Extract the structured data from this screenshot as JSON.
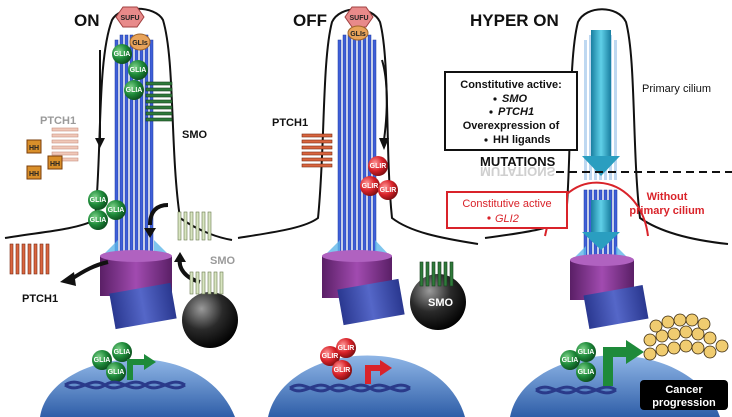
{
  "panels": {
    "on": {
      "title": "ON",
      "ptch1_top": "PTCH1",
      "ptch1_bottom": "PTCH1",
      "smo_top": "SMO",
      "smo_bottom": "SMO",
      "sufu": "SUFU",
      "glis": "GLIs",
      "glia": "GLIA",
      "hh": "HH"
    },
    "off": {
      "title": "OFF",
      "ptch1": "PTCH1",
      "smo": "SMO",
      "sufu": "SUFU",
      "glis": "GLIs",
      "glir": "GLIR"
    },
    "hyper": {
      "title": "HYPER ON",
      "box1_title": "Constitutive active:",
      "box1_items": [
        "SMO",
        "PTCH1"
      ],
      "box1_text": "Overexpression of",
      "box1_item3": "HH ligands",
      "mutations": "MUTATIONS",
      "box2_title": "Constitutive active",
      "box2_item": "GLI2",
      "primary_cilium": "Primary cilium",
      "without_1": "Without",
      "without_2": "primary cilium",
      "glia": "GLIA",
      "cancer_1": "Cancer",
      "cancer_2": "progression"
    }
  },
  "colors": {
    "glia_green": "#1e8a3a",
    "glir_red": "#d9232a",
    "microtubule_blue": "#3f5fd8",
    "basal_purple": "#7b2f86",
    "centriole_blue": "#3949a8",
    "ptch1_red": "#d9653f",
    "smo_green": "#2f7a3a",
    "nucleus_blue": "#3f6fb8",
    "sufu_pink": "#e88a8a",
    "glis_orange": "#e8a35a",
    "mutation_red": "#d9232a"
  }
}
